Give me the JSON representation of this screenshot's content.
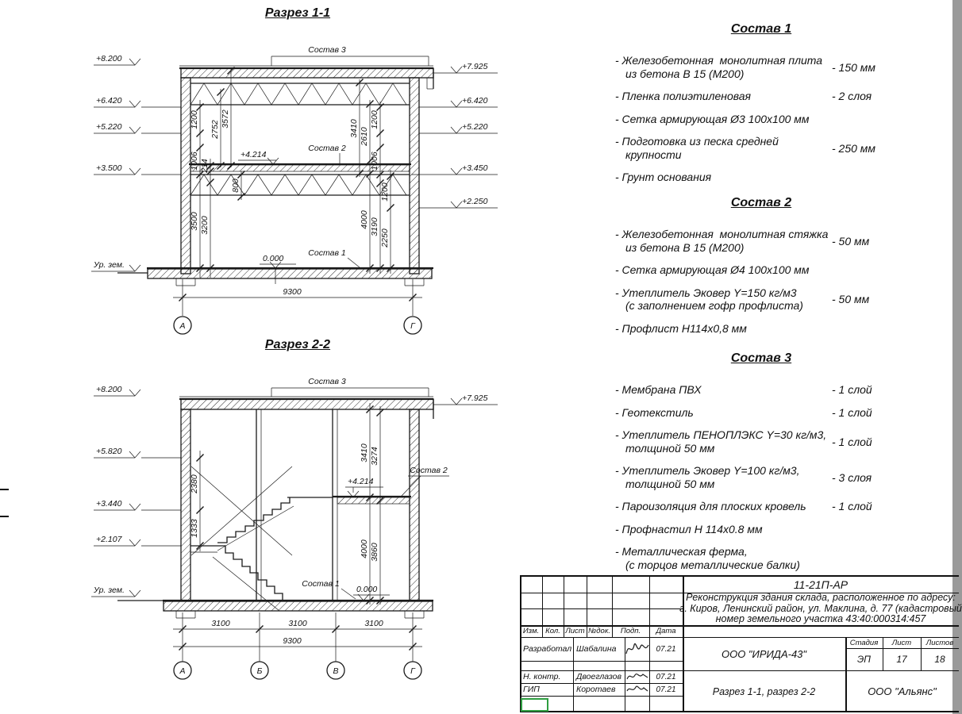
{
  "s1": {
    "title": "Разрез 1-1",
    "callout_top": "Состав 3",
    "callout_mid": "Состав 2",
    "callout_bot": "Состав 1",
    "level_mid": "+4.214",
    "level_zero": "0.000",
    "elev_left": [
      "+8.200",
      "+6.420",
      "+5.220",
      "+3.500"
    ],
    "ground": "Ур. зем.",
    "elev_right": [
      "+7.925",
      "+6.420",
      "+5.220",
      "+3.450",
      "+2.250"
    ],
    "dims": {
      "d1200a": "1200",
      "d1006a": "1006",
      "d3500": "3500",
      "d214": "214",
      "d3200": "3200",
      "d2752": "2752",
      "d3572": "3572",
      "d800": "800",
      "d3410": "3410",
      "d2610": "2610",
      "d4000": "4000",
      "d1200b": "1200",
      "d1006b": "1006",
      "d3190": "3190",
      "d1200c": "1200",
      "d2250": "2250",
      "width": "9300"
    },
    "axes": [
      "А",
      "Г"
    ]
  },
  "s2": {
    "title": "Разрез 2-2",
    "callout_top": "Состав 3",
    "callout_mid": "Состав 2",
    "callout_bot": "Состав 1",
    "level_mid": "+4.214",
    "level_zero": "0.000",
    "elev_left": [
      "+8.200",
      "+5.820",
      "+3.440",
      "+2.107"
    ],
    "ground": "Ур. зем.",
    "elev_right": [
      "+7.925"
    ],
    "dims": {
      "d2380": "2380",
      "d1333": "1333",
      "d3410": "3410",
      "d3274": "3274",
      "d4000": "4000",
      "d3860": "3860",
      "b1": "3100",
      "b2": "3100",
      "b3": "3100",
      "width": "9300"
    },
    "axes": [
      "А",
      "Б",
      "В",
      "Г"
    ]
  },
  "sostav1": {
    "title": "Состав 1",
    "items": [
      {
        "text": "- Железобетонная  монолитная плита\nиз бетона В 15 (М200)",
        "value": "- 150 мм"
      },
      {
        "text": "- Пленка полиэтиленовая",
        "value": "-  2 слоя"
      },
      {
        "text": "- Сетка армирующая Ø3 100х100 мм",
        "value": ""
      },
      {
        "text": "- Подготовка из песка средней\nкрупности",
        "value": "- 250 мм"
      },
      {
        "text": "- Грунт основания",
        "value": ""
      }
    ]
  },
  "sostav2": {
    "title": "Состав 2",
    "items": [
      {
        "text": "- Железобетонная  монолитная стяжка\nиз бетона В 15 (М200)",
        "value": "- 50 мм"
      },
      {
        "text": "- Сетка армирующая Ø4 100х100 мм",
        "value": ""
      },
      {
        "text": "- Утеплитель Эковер Y=150 кг/м3\n(с заполнением гофр профлиста)",
        "value": "- 50 мм"
      },
      {
        "text": "- Профлист Н114х0,8 мм",
        "value": ""
      }
    ]
  },
  "sostav3": {
    "title": "Состав 3",
    "items": [
      {
        "text": "- Мембрана ПВХ",
        "value": "- 1 слой"
      },
      {
        "text": "- Геотекстиль",
        "value": "- 1 слой"
      },
      {
        "text": "- Утеплитель ПЕНОПЛЭКС Y=30 кг/м3,\nтолщиной 50 мм",
        "value": "- 1 слой"
      },
      {
        "text": "- Утеплитель Эковер Y=100 кг/м3,\nтолщиной 50 мм",
        "value": "- 3 слоя"
      },
      {
        "text": "- Пароизоляция для плоских кровель",
        "value": "- 1 слой"
      },
      {
        "text": "- Профнастил Н 114х0.8 мм",
        "value": ""
      },
      {
        "text": "- Металлическая ферма,\n(с торцов металлические балки)",
        "value": ""
      }
    ]
  },
  "titleblock": {
    "code": "11-21П-АР",
    "desc1": "Реконструкция здания склада, расположенное по адресу:",
    "desc2": "г. Киров, Ленинский район, ул. Маклина, д. 77 (кадастровый",
    "desc3": "номер земельного участка 43:40:000314:457",
    "cols": [
      "Изм.",
      "Кол.",
      "Лист",
      "№док.",
      "Подп.",
      "Дата"
    ],
    "rows": [
      {
        "role": "Разработал",
        "name": "Шабалина",
        "date": "07.21"
      },
      {
        "role": "Н. контр.",
        "name": "Двоеглазов",
        "date": "07.21"
      },
      {
        "role": "ГИП",
        "name": "Коротаев",
        "date": "07.21"
      }
    ],
    "org": "ООО \"ИРИДА-43\"",
    "stage_h": "Стадия",
    "sheet_h": "Лист",
    "sheets_h": "Листов",
    "stage": "ЭП",
    "sheet": "17",
    "sheets": "18",
    "subject": "Разрез 1-1, разрез 2-2",
    "firm": "ООО \"Альянс\""
  }
}
